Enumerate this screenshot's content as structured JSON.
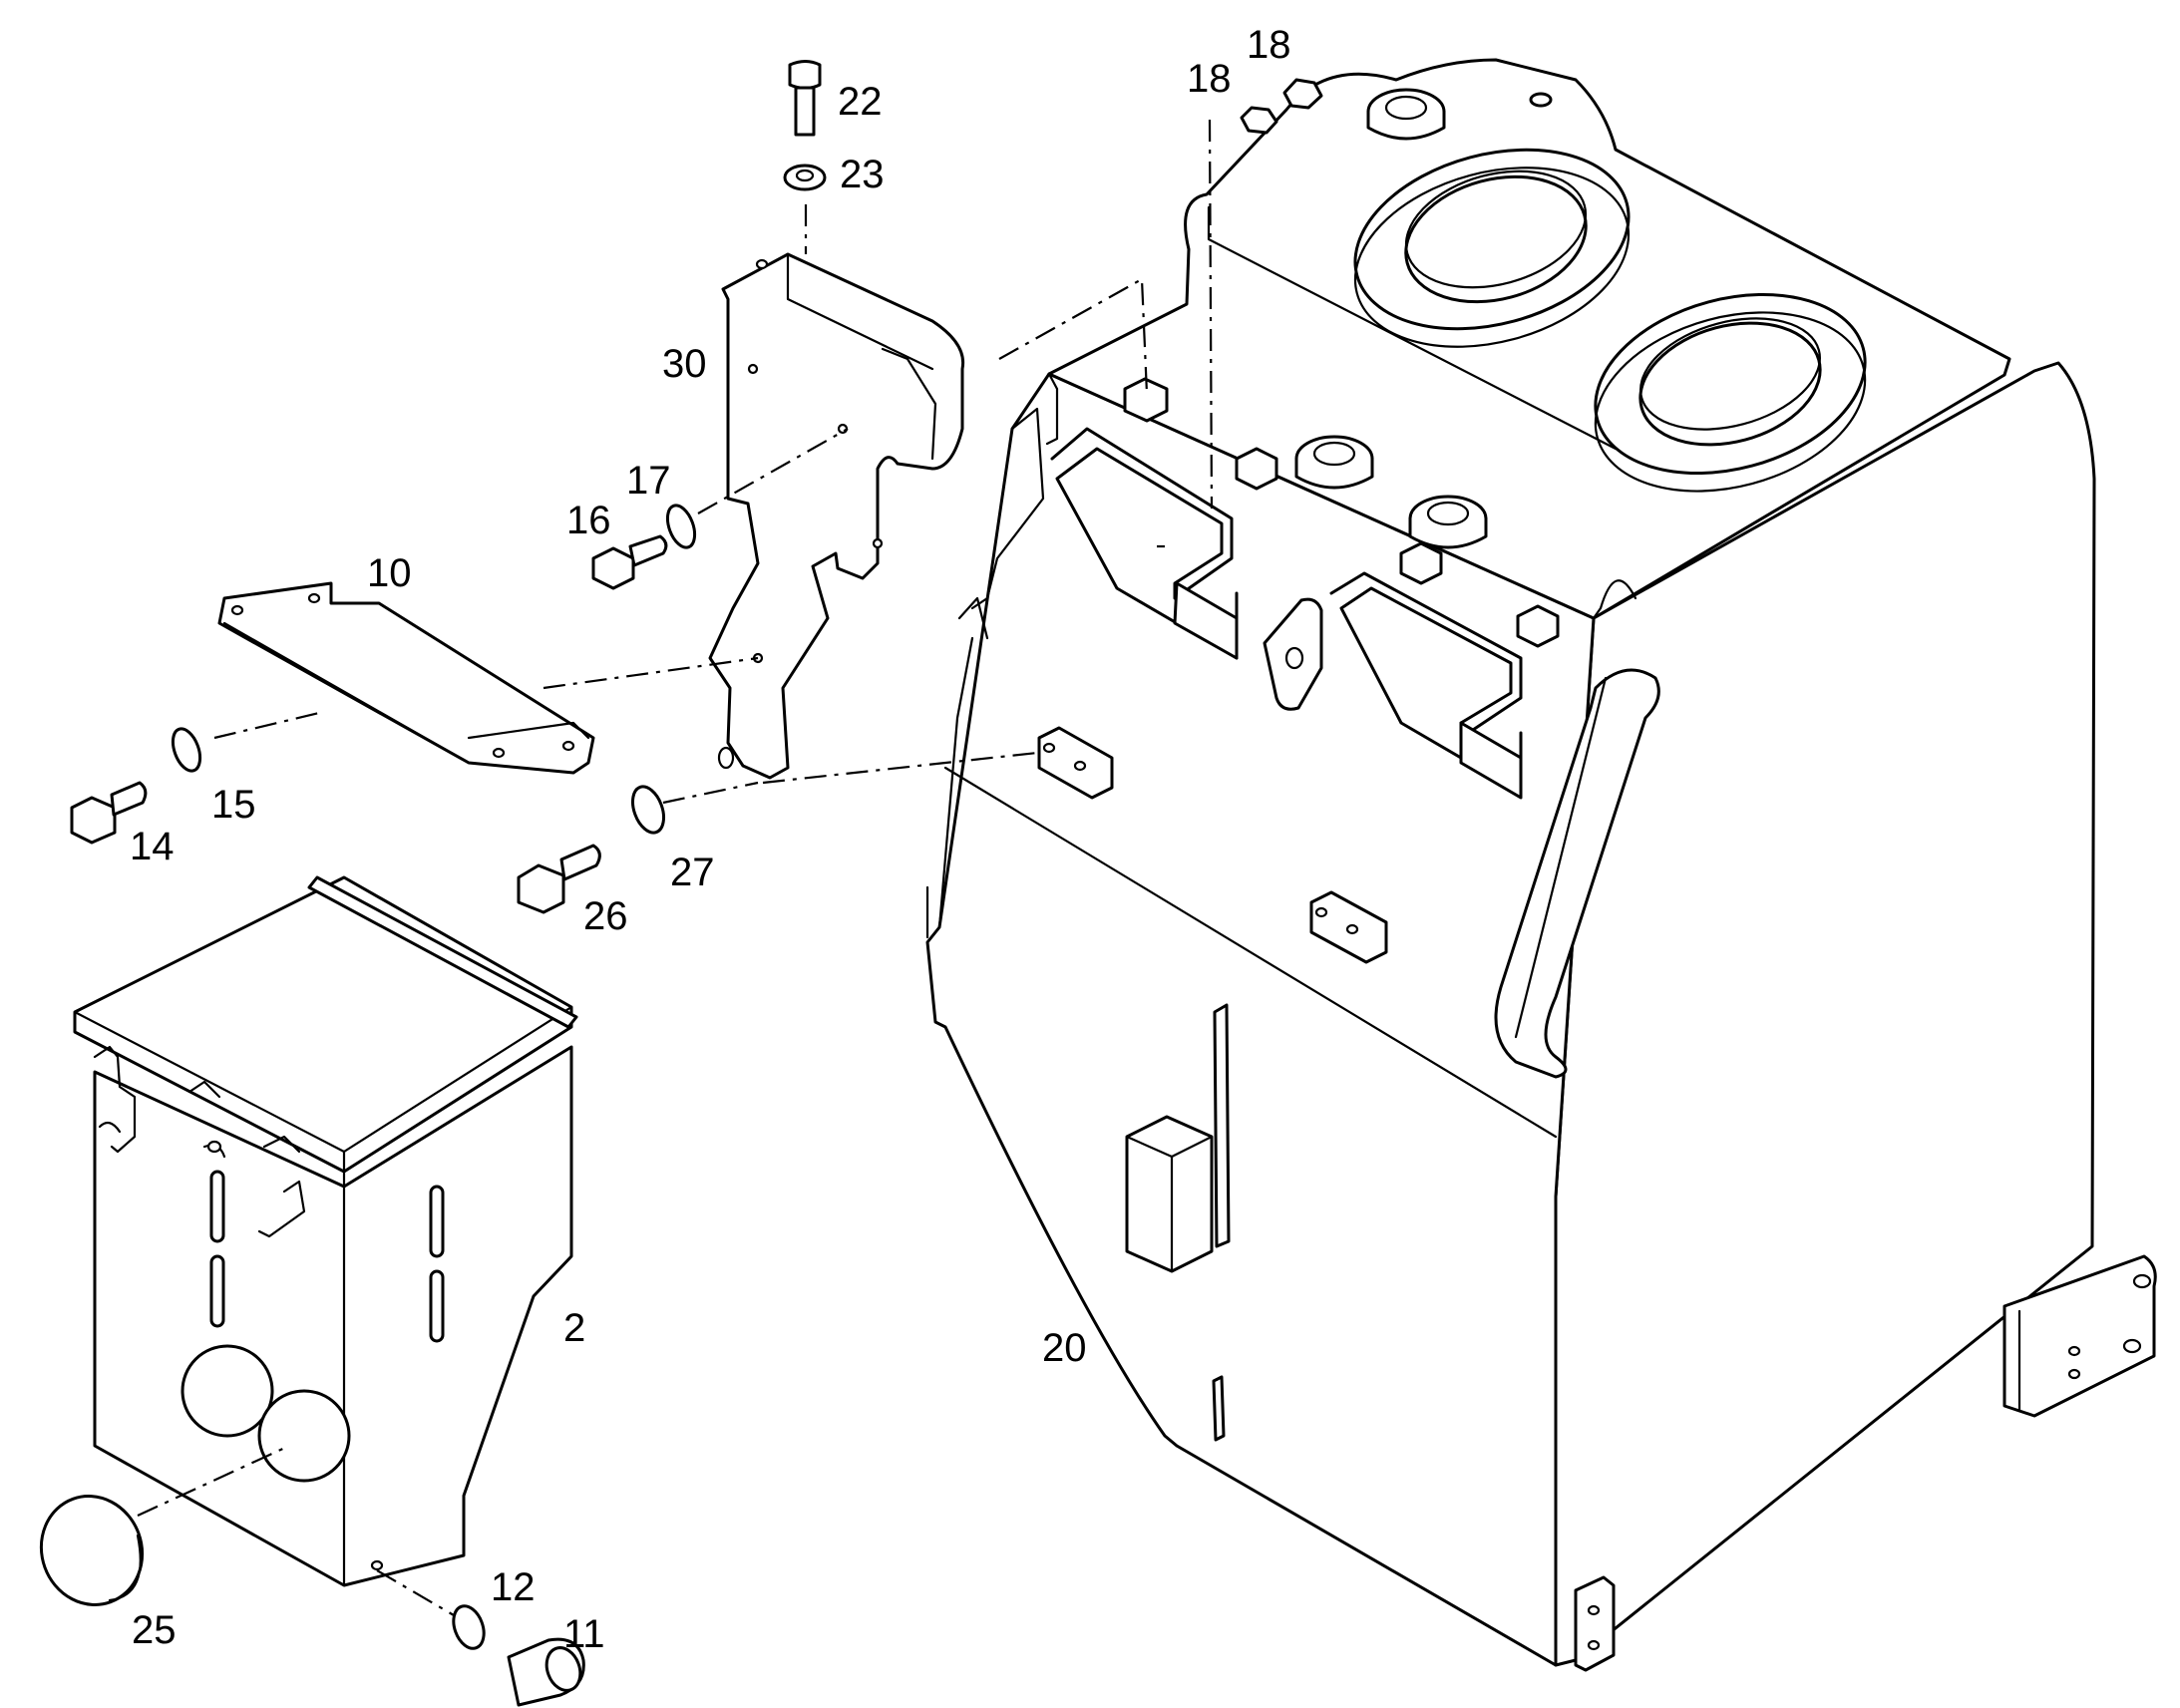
{
  "labels": {
    "p2": "2",
    "p10": "10",
    "p11": "11",
    "p12": "12",
    "p14": "14",
    "p15": "15",
    "p16": "16",
    "p17": "17",
    "p18a": "18",
    "p18b": "18",
    "p20": "20",
    "p22": "22",
    "p23": "23",
    "p25": "25",
    "p26": "26",
    "p27": "27",
    "p30": "30"
  },
  "colors": {
    "line": "#000000",
    "background": "#ffffff"
  }
}
